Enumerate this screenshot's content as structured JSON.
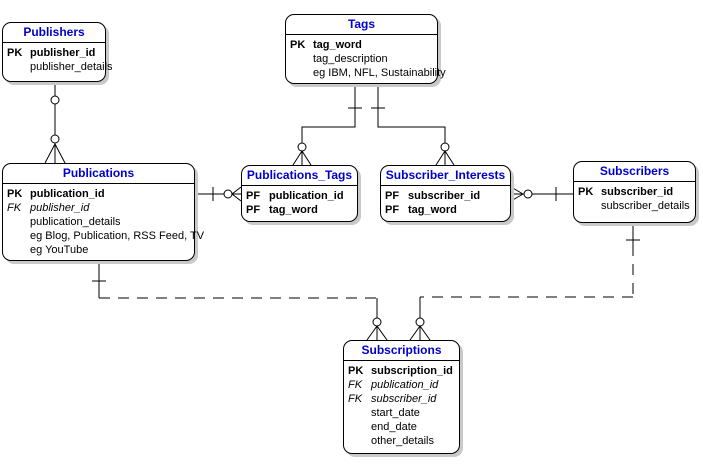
{
  "diagram": {
    "type": "entity-relationship",
    "colors": {
      "title_text": "#0000cc",
      "border": "#000000",
      "shadow": "#c9c9c9",
      "background": "#ffffff"
    }
  },
  "entities": {
    "publishers": {
      "title": "Publishers",
      "rows": [
        {
          "key": "PK",
          "field": "publisher_id"
        },
        {
          "key": "",
          "field": "publisher_details"
        }
      ]
    },
    "tags": {
      "title": "Tags",
      "rows": [
        {
          "key": "PK",
          "field": "tag_word"
        },
        {
          "key": "",
          "field": "tag_description"
        },
        {
          "key": "",
          "field": "eg IBM, NFL, Sustainability"
        }
      ]
    },
    "publications": {
      "title": "Publications",
      "rows": [
        {
          "key": "PK",
          "field": "publication_id"
        },
        {
          "key": "FK",
          "field": "publisher_id"
        },
        {
          "key": "",
          "field": "publication_details"
        },
        {
          "key": "",
          "field": "eg Blog, Publication, RSS Feed, TV"
        },
        {
          "key": "",
          "field": "eg YouTube"
        }
      ]
    },
    "publications_tags": {
      "title": "Publications_Tags",
      "rows": [
        {
          "key": "PF",
          "field": "publication_id"
        },
        {
          "key": "PF",
          "field": "tag_word"
        }
      ]
    },
    "subscriber_interests": {
      "title": "Subscriber_Interests",
      "rows": [
        {
          "key": "PF",
          "field": "subscriber_id"
        },
        {
          "key": "PF",
          "field": "tag_word"
        }
      ]
    },
    "subscribers": {
      "title": "Subscribers",
      "rows": [
        {
          "key": "PK",
          "field": "subscriber_id"
        },
        {
          "key": "",
          "field": "subscriber_details"
        }
      ]
    },
    "subscriptions": {
      "title": "Subscriptions",
      "rows": [
        {
          "key": "PK",
          "field": "subscription_id"
        },
        {
          "key": "FK",
          "field": "publication_id"
        },
        {
          "key": "FK",
          "field": "subscriber_id"
        },
        {
          "key": "",
          "field": "start_date"
        },
        {
          "key": "",
          "field": "end_date"
        },
        {
          "key": "",
          "field": "other_details"
        }
      ]
    }
  },
  "relationships": [
    {
      "from": "Publishers",
      "to": "Publications",
      "from_symbol": "circle",
      "to_symbol": "circle-crows-foot",
      "line": "solid"
    },
    {
      "from": "Tags",
      "to": "Publications_Tags",
      "from_symbol": "one-tick",
      "to_symbol": "circle-crows-foot",
      "line": "solid"
    },
    {
      "from": "Tags",
      "to": "Subscriber_Interests",
      "from_symbol": "one-tick",
      "to_symbol": "circle-crows-foot",
      "line": "solid"
    },
    {
      "from": "Publications",
      "to": "Publications_Tags",
      "from_symbol": "one-tick",
      "to_symbol": "circle-crows-foot",
      "line": "solid"
    },
    {
      "from": "Subscribers",
      "to": "Subscriber_Interests",
      "from_symbol": "one-tick",
      "to_symbol": "circle-crows-foot",
      "line": "solid"
    },
    {
      "from": "Publications",
      "to": "Subscriptions",
      "from_symbol": "one-tick",
      "to_symbol": "circle-crows-foot",
      "line": "dashed"
    },
    {
      "from": "Subscribers",
      "to": "Subscriptions",
      "from_symbol": "one-tick",
      "to_symbol": "circle-crows-foot",
      "line": "dashed"
    }
  ]
}
